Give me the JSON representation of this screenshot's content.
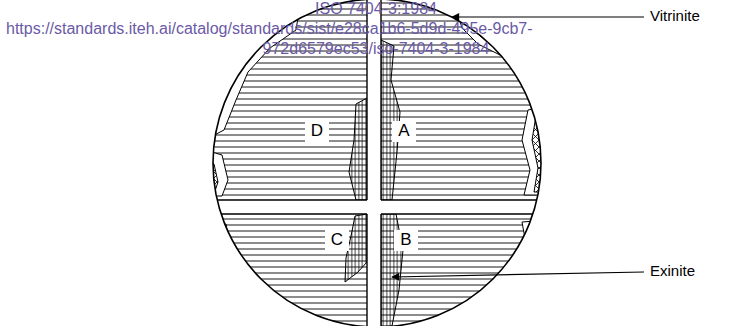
{
  "diagram": {
    "labels": [
      "ISO 7404-3:1984",
      "https://standards.iteh.ai/catalog/standards/sist/e28ca1b6-5d9d-495e-9cb7-",
      "972d6579ec53/iso-7404-3-1984",
      "Vitrinite",
      "D",
      "A",
      "C",
      "B",
      "Exinite"
    ]
  }
}
